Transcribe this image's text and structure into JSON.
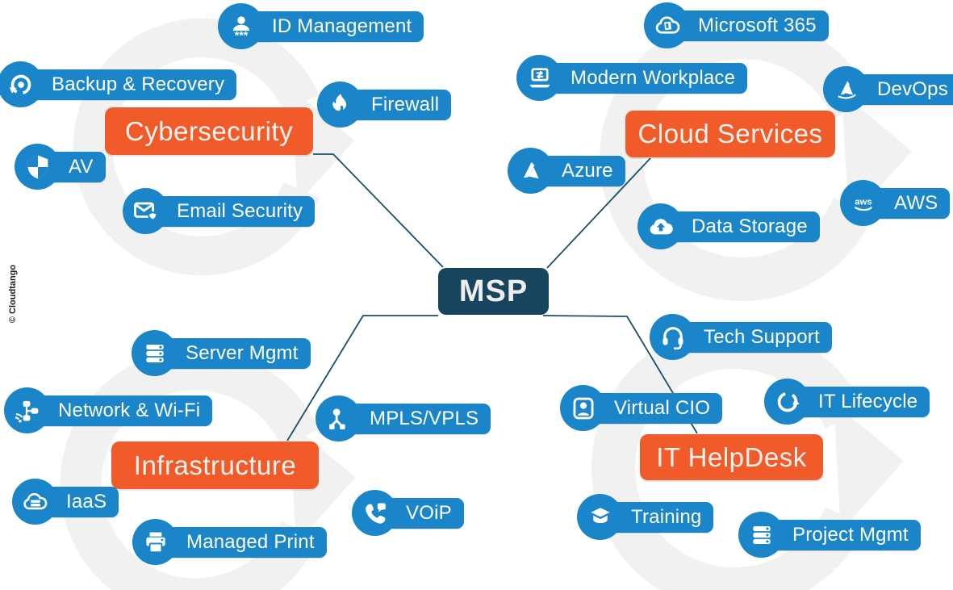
{
  "credit": "© Cloudtango",
  "root": {
    "label": "MSP"
  },
  "colors": {
    "node_blue": "#1a85c8",
    "category_orange": "#f15a29",
    "root_navy": "#17455e",
    "connector": "#1d4f68",
    "watermark_gray": "#f1f1f1",
    "text_white": "#ffffff"
  },
  "branches": [
    {
      "label": "Cybersecurity",
      "children": [
        {
          "label": "ID Management",
          "icon": "id-management-icon"
        },
        {
          "label": "Backup & Recovery",
          "icon": "backup-recovery-icon"
        },
        {
          "label": "Firewall",
          "icon": "firewall-flame-icon"
        },
        {
          "label": "AV",
          "icon": "antivirus-shield-icon"
        },
        {
          "label": "Email Security",
          "icon": "email-security-icon"
        }
      ]
    },
    {
      "label": "Cloud Services",
      "children": [
        {
          "label": "Microsoft 365",
          "icon": "microsoft-365-cloud-icon"
        },
        {
          "label": "Modern Workplace",
          "icon": "laptop-sync-icon"
        },
        {
          "label": "DevOps",
          "icon": "azure-devops-icon"
        },
        {
          "label": "Azure",
          "icon": "azure-icon"
        },
        {
          "label": "AWS",
          "icon": "aws-icon"
        },
        {
          "label": "Data Storage",
          "icon": "cloud-upload-icon"
        }
      ]
    },
    {
      "label": "Infrastructure",
      "children": [
        {
          "label": "Server Mgmt",
          "icon": "server-stack-icon"
        },
        {
          "label": "Network & Wi-Fi",
          "icon": "network-wifi-icon"
        },
        {
          "label": "MPLS/VPLS",
          "icon": "network-nodes-icon"
        },
        {
          "label": "IaaS",
          "icon": "cloud-server-icon"
        },
        {
          "label": "VOiP",
          "icon": "phone-chat-icon"
        },
        {
          "label": "Managed Print",
          "icon": "printer-icon"
        }
      ]
    },
    {
      "label": "IT HelpDesk",
      "children": [
        {
          "label": "Tech Support",
          "icon": "headset-icon"
        },
        {
          "label": "Virtual CIO",
          "icon": "user-badge-icon"
        },
        {
          "label": "IT Lifecycle",
          "icon": "lifecycle-arrow-icon"
        },
        {
          "label": "Training",
          "icon": "graduation-icon"
        },
        {
          "label": "Project Mgmt",
          "icon": "project-stack-icon"
        }
      ]
    }
  ]
}
